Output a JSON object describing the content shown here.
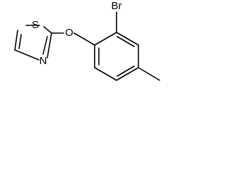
{
  "molecule": {
    "atoms": {
      "sulfur": "S",
      "oxygen": "O",
      "nitrogen": "N",
      "bromine": "Br"
    }
  },
  "colors": {
    "background": "#ffffff",
    "ink": "#000000"
  }
}
